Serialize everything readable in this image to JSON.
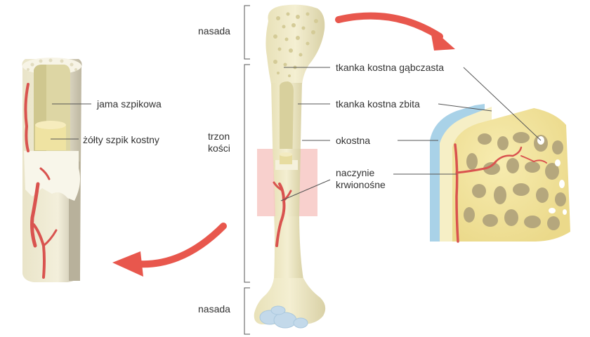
{
  "labels": {
    "nasada_top": "nasada",
    "trzon_line1": "trzon",
    "trzon_line2": "kości",
    "nasada_bottom": "nasada",
    "jama_szpikowa": "jama szpikowa",
    "zolty_szpik": "żółty szpik kostny",
    "gabczasta": "tkanka kostna gąbczasta",
    "zbita": "tkanka kostna zbita",
    "okostna": "okostna",
    "naczynie_line1": "naczynie",
    "naczynie_line2": "krwionośne"
  },
  "colors": {
    "bone_light": "#f1ecc9",
    "bone_mid": "#e4dcae",
    "bone_shadow": "#c9c2a0",
    "cavity": "#ddd6a8",
    "marrow": "#efe3a2",
    "spongy_bg": "#f3e69c",
    "spongy_holes": "#b5a77d",
    "periosteum": "#a9d2e8",
    "vessel": "#d9534f",
    "arrow": "#e8574d",
    "highlight": "#f7c8c4",
    "cartilage": "#c3d9ea",
    "line": "#555555"
  }
}
